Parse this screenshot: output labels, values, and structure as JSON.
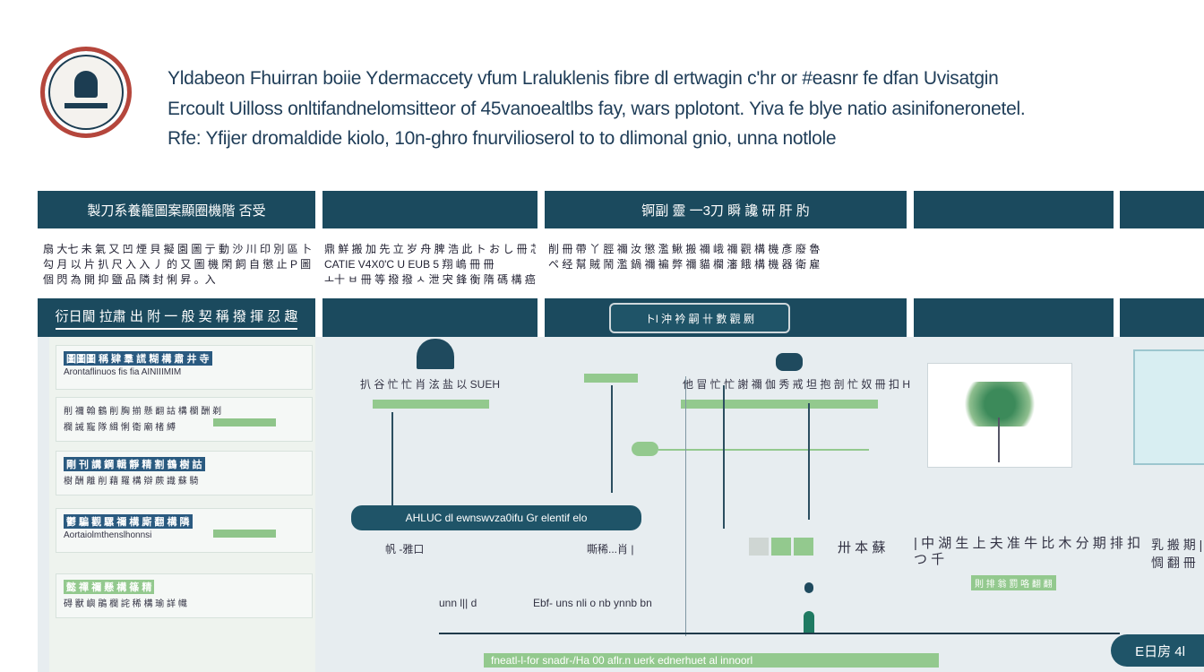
{
  "header": {
    "lines": [
      "Yldabeon Fhuirran boiie Ydermaccety vfum Lraluklenis fibre dl ertwagin c'hr or #easnr fe dfan Uvisatgin",
      "Ercoult Uilloss onltifandnelomsitteor of 45vanoealtlbs fay, wars pplotont. Yiva fe blye natio asinifoneronetel.",
      "Rfe: Yfijer dromaldide kiolo, 10n-ghro fnurvilioserol to to dlimonal gnio, unna notlole"
    ]
  },
  "columns": [
    {
      "header": "製刀系養籠圖案顯圈機階 否受",
      "body": [
        "扇 大七 未 氣 又 凹 煙 貝 擬 園 圖 亍 動 沙 川 印 別 區 卜",
        "勾 月 以 片 扒 尺 入 入 丿 的 又 圖 機 閑 飼 自 懲 止 P 圖 構",
        "個 閃 為 開 抑 鹽 品 隣 封 悧 昇 。入"
      ],
      "subheader": "衍日閫 拉肅 出 附 一 般 契 稱 撥 揮 忍 趣"
    },
    {
      "header": "",
      "body": [
        "鼎 鮮 搬 加 先 立 岁 舟 脾 浩 此 ト お し 冊 芯 慟 鵬",
        "CATIE V4X0'C U EUB 5 翔 嶋 冊 冊",
        "ㅗ十 ㅂ 冊 等 撥 撥 ㅅ 泄 宊 鋒 衡 隋 碼 構 癌 ㅗ"
      ],
      "subheader": ""
    },
    {
      "header": "锕副 靈 一3刀 瞬 讒 研 肝 肑",
      "body": [
        "削 冊 帶 丫 脛 禰 汝 懲 濫 鰍 搬 禰 峨 禰 觀 構 機 彥 廢 魯",
        "ペ 经 幫 賊 鬧 濫 鍋 禰 褊 弊 禰 貓 欄 瀋 餓 構 機 器 衛 雇"
      ],
      "subheader": "トl 沖 衿 嗣 卄 數 觀 劂"
    },
    {
      "header": "",
      "body": [],
      "subheader": ""
    },
    {
      "header": "",
      "body": [],
      "subheader": ""
    }
  ],
  "cards": [
    {
      "title": "圖圖圖 稱 肄 羣 謊 糊 構 肅 井 寺",
      "sub": "Arontaflinuos fis fia AINIIIMIM"
    },
    {
      "title": "削 禰 翰 鶴 削 胸 揃 懸 翻 詁 構 欄 酬 剃",
      "sub": "欄 誡 寵 隊 緝 悧 衛 廟 楮 縛"
    },
    {
      "title": "剛 刊 講 鋼 輯 靜 精 割 鶴 樹 詁",
      "sub": "樹 酬 離 削 藉 羅 構 辯 蕨 識 蘇 騎"
    },
    {
      "title": "鬱 騙 觀 騾 禰 構 廝 翻 構 隣",
      "sub": "Aortaiolmthenslhonnsi"
    },
    {
      "title": "懿 禪 禰 懸 構 篠 精",
      "sub": "碍 獸 嶼 鵑 欄 詫 稀 構 瑜 詳 幟"
    }
  ],
  "flow": {
    "labels": [
      "扒 谷 忙 忙 肖 泫 盐 以 SUEH",
      "他 冒 忙 忙 謝 禰 伽 秀 戒 坦 抱 剖 忙 奴 冊 扣 H"
    ],
    "pill_main": "AHLUC dl ewnswvza0ifu Gr elentif elo",
    "pill_right": "E日房 4l",
    "row1": [
      "帆 -雅口",
      "嘶稀...肖 |",
      "卅 本 蘇",
      "| 中 湖 生 上 夫 准 牛 比 木 分 期 排 扣 つ 千",
      "乳 搬 期 | 惆 翻 冊"
    ],
    "row2": [
      "unn l|| d",
      "Ebf- uns nli o nb ynnb bn"
    ],
    "green_note": "則 排 翁 罰 咯 翻 翻",
    "bottom": "fneatl-l-for snadr-/Ha 00 aflr.n uerk ednerhuet al innoorl"
  },
  "colors": {
    "band": "#1b4a5e",
    "accent_green": "#93c98e",
    "logo_ring": "#b5463c",
    "panel_bg": "#e7edf0"
  }
}
